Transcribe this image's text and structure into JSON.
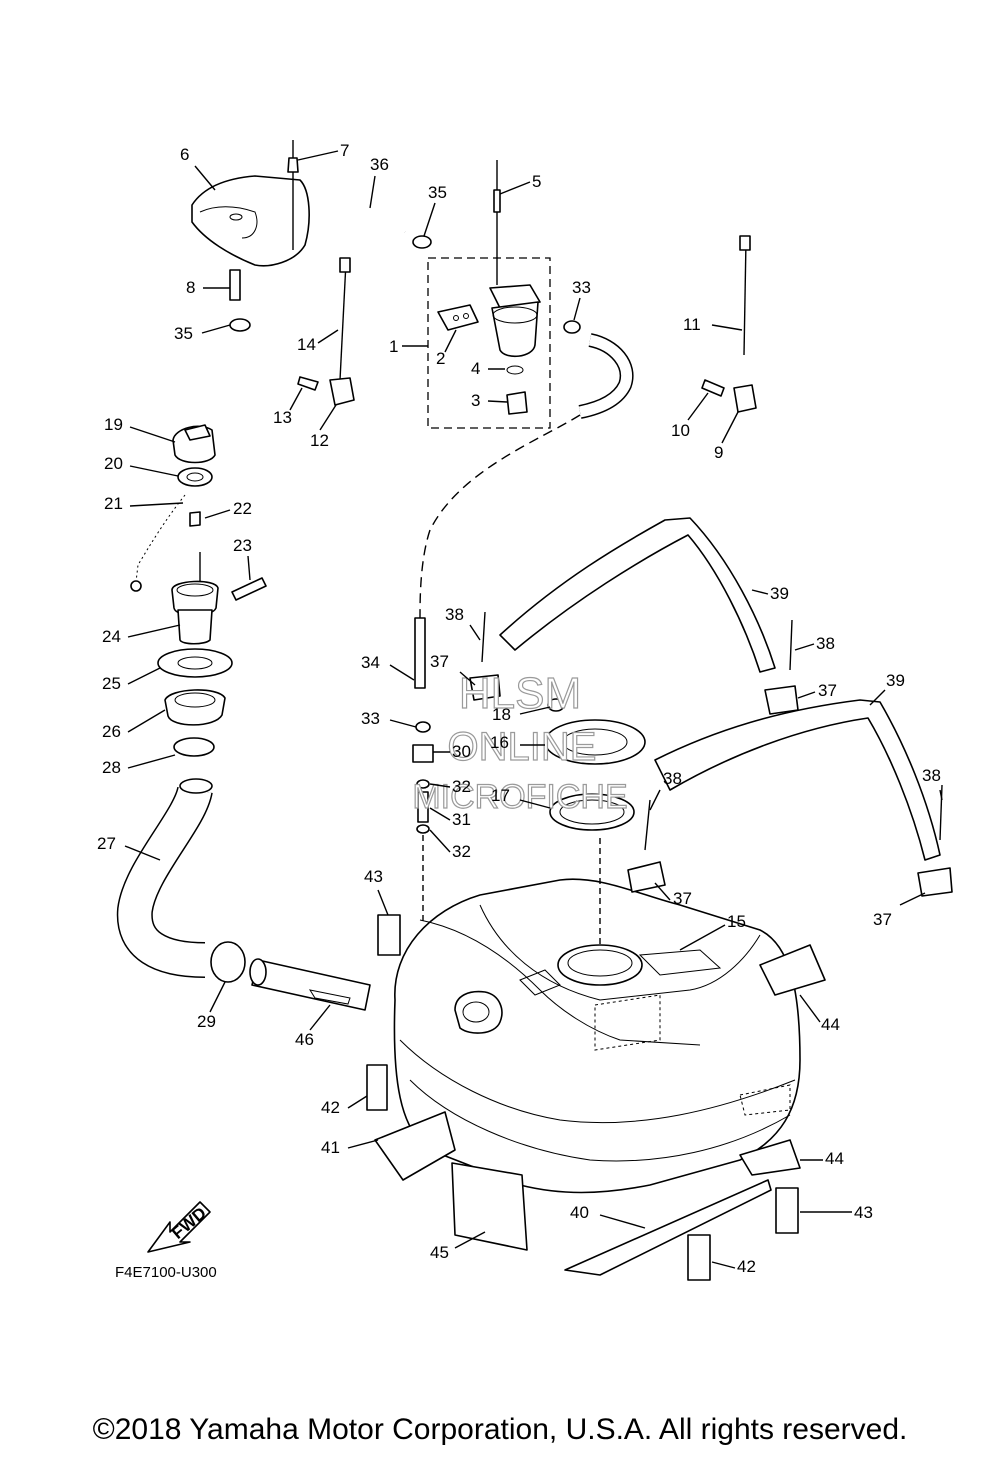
{
  "diagram": {
    "drawing_code": "F4E7100-U300",
    "fwd_label": "FWD",
    "copyright": "©2018 Yamaha Motor Corporation, U.S.A. All rights reserved.",
    "watermark": [
      "HLSM",
      "ONLINE",
      "MICROFICHE"
    ],
    "callouts": [
      {
        "num": "1"
      },
      {
        "num": "2"
      },
      {
        "num": "3"
      },
      {
        "num": "4"
      },
      {
        "num": "5"
      },
      {
        "num": "6"
      },
      {
        "num": "7"
      },
      {
        "num": "8"
      },
      {
        "num": "9"
      },
      {
        "num": "10"
      },
      {
        "num": "11"
      },
      {
        "num": "12"
      },
      {
        "num": "13"
      },
      {
        "num": "14"
      },
      {
        "num": "15"
      },
      {
        "num": "16"
      },
      {
        "num": "17"
      },
      {
        "num": "18"
      },
      {
        "num": "19"
      },
      {
        "num": "20"
      },
      {
        "num": "21"
      },
      {
        "num": "22"
      },
      {
        "num": "23"
      },
      {
        "num": "24"
      },
      {
        "num": "25"
      },
      {
        "num": "26"
      },
      {
        "num": "27"
      },
      {
        "num": "28"
      },
      {
        "num": "29"
      },
      {
        "num": "30"
      },
      {
        "num": "31"
      },
      {
        "num": "32"
      },
      {
        "num": "32"
      },
      {
        "num": "33"
      },
      {
        "num": "33"
      },
      {
        "num": "34"
      },
      {
        "num": "35"
      },
      {
        "num": "35"
      },
      {
        "num": "36"
      },
      {
        "num": "37"
      },
      {
        "num": "37"
      },
      {
        "num": "37"
      },
      {
        "num": "37"
      },
      {
        "num": "38"
      },
      {
        "num": "38"
      },
      {
        "num": "38"
      },
      {
        "num": "38"
      },
      {
        "num": "39"
      },
      {
        "num": "39"
      },
      {
        "num": "40"
      },
      {
        "num": "41"
      },
      {
        "num": "42"
      },
      {
        "num": "42"
      },
      {
        "num": "43"
      },
      {
        "num": "43"
      },
      {
        "num": "44"
      },
      {
        "num": "44"
      },
      {
        "num": "45"
      },
      {
        "num": "46"
      }
    ]
  }
}
